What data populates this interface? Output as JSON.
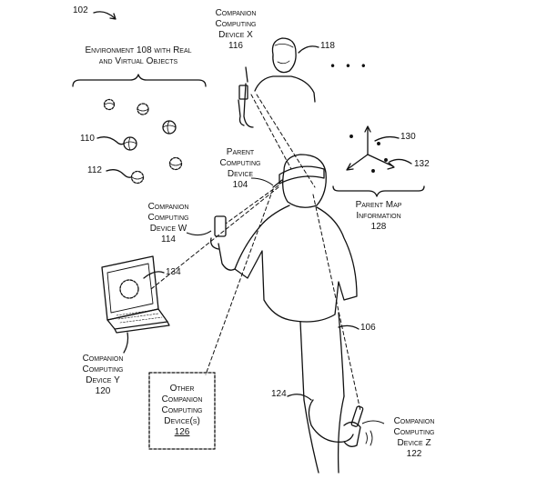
{
  "figure_ref": "102",
  "environment": {
    "line1": "Environment 108 with Real",
    "line2": "and Virtual Objects",
    "ref_110": "110",
    "ref_112": "112"
  },
  "companion_x": {
    "line1": "Companion",
    "line2": "Computing",
    "line3": "Device X",
    "ref": "116",
    "person_ref": "118",
    "ellipsis": "• • •"
  },
  "parent_device": {
    "line1": "Parent",
    "line2": "Computing",
    "line3": "Device",
    "ref": "104"
  },
  "parent_map": {
    "ref_130": "130",
    "ref_132": "132",
    "line1": "Parent Map",
    "line2": "Information",
    "ref": "128"
  },
  "companion_w": {
    "line1": "Companion",
    "line2": "Computing",
    "line3": "Device W",
    "ref": "114"
  },
  "laptop": {
    "ref": "134"
  },
  "companion_y": {
    "line1": "Companion",
    "line2": "Computing",
    "line3": "Device Y",
    "ref": "120"
  },
  "other_devices": {
    "line1": "Other",
    "line2": "Companion",
    "line3": "Computing",
    "line4": "Device(s)",
    "ref": "126"
  },
  "user_ref": "106",
  "hand_ref": "124",
  "companion_z": {
    "line1": "Companion",
    "line2": "Computing",
    "line3": "Device Z",
    "ref": "122"
  }
}
